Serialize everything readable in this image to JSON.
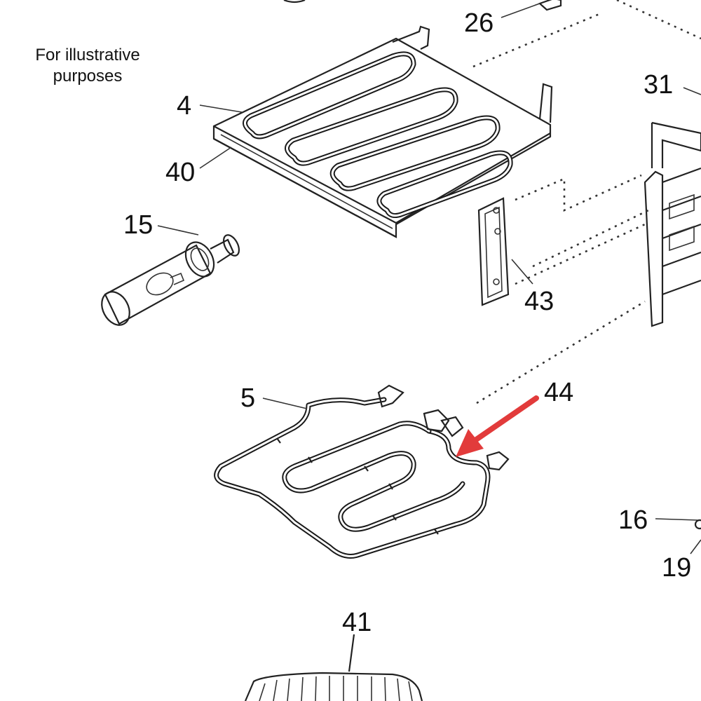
{
  "caption": "For illustrative purposes",
  "parts": {
    "p4": "4",
    "p40": "40",
    "p15": "15",
    "p26": "26",
    "p31": "31",
    "p43": "43",
    "p5": "5",
    "p44": "44",
    "p16": "16",
    "p19": "19",
    "p41": "41"
  },
  "colors": {
    "arrow": "#e23b3b",
    "ink": "#222222"
  }
}
